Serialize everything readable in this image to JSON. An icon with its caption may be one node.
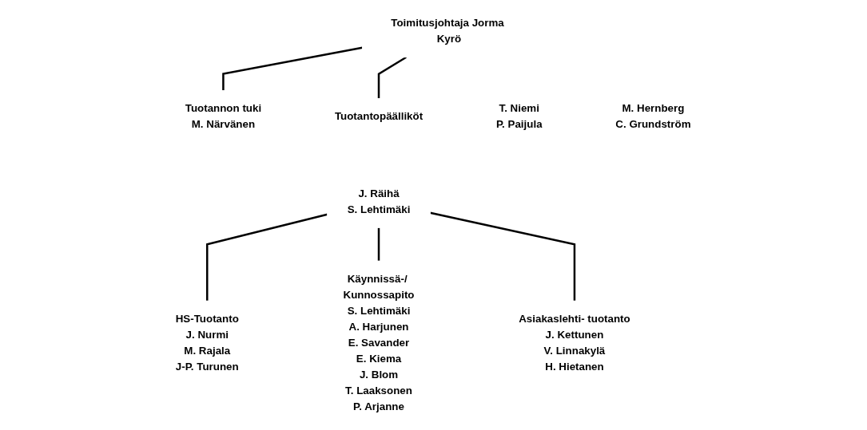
{
  "diagram": {
    "nodes": [
      {
        "text": [
          "Toimitusjohtaja Jorma Kyrö"
        ]
      },
      {
        "text": [
          "Tuotannon tuki",
          "M. Närvänen"
        ]
      },
      {
        "text": [
          "Tuotantopäälliköt"
        ]
      },
      {
        "text": [
          "T. Niemi",
          "P. Paijula"
        ]
      },
      {
        "text": [
          "J. Räihä",
          "S. Lehtimäki"
        ]
      },
      {
        "text": [
          "M. Hernberg",
          "C. Grundström"
        ]
      },
      {
        "text": [
          "HS-Tuotanto",
          "J. Nurmi",
          "M. Rajala",
          "J-P. Turunen"
        ]
      },
      {
        "text": [
          "Käynnissä-/ Kunnossapito",
          "S. Lehtimäki",
          "A. Harjunen",
          "E. Savander",
          "E. Kiema",
          "J. Blom",
          "T. Laaksonen",
          "P. Arjanne"
        ]
      },
      {
        "text": [
          "Asiakaslehti- tuotanto",
          "J. Kettunen",
          "V. Linnakylä",
          "H. Hietanen"
        ]
      }
    ],
    "edges": [
      {
        "from": 0,
        "to": 1,
        "arrow": "none"
      },
      {
        "from": 0,
        "to": 2,
        "arrow": "none"
      },
      {
        "from": 4,
        "to": 6,
        "arrow": "none"
      },
      {
        "from": 4,
        "to": 7,
        "arrow": "none"
      },
      {
        "from": 4,
        "to": 8,
        "arrow": "none"
      }
    ]
  }
}
